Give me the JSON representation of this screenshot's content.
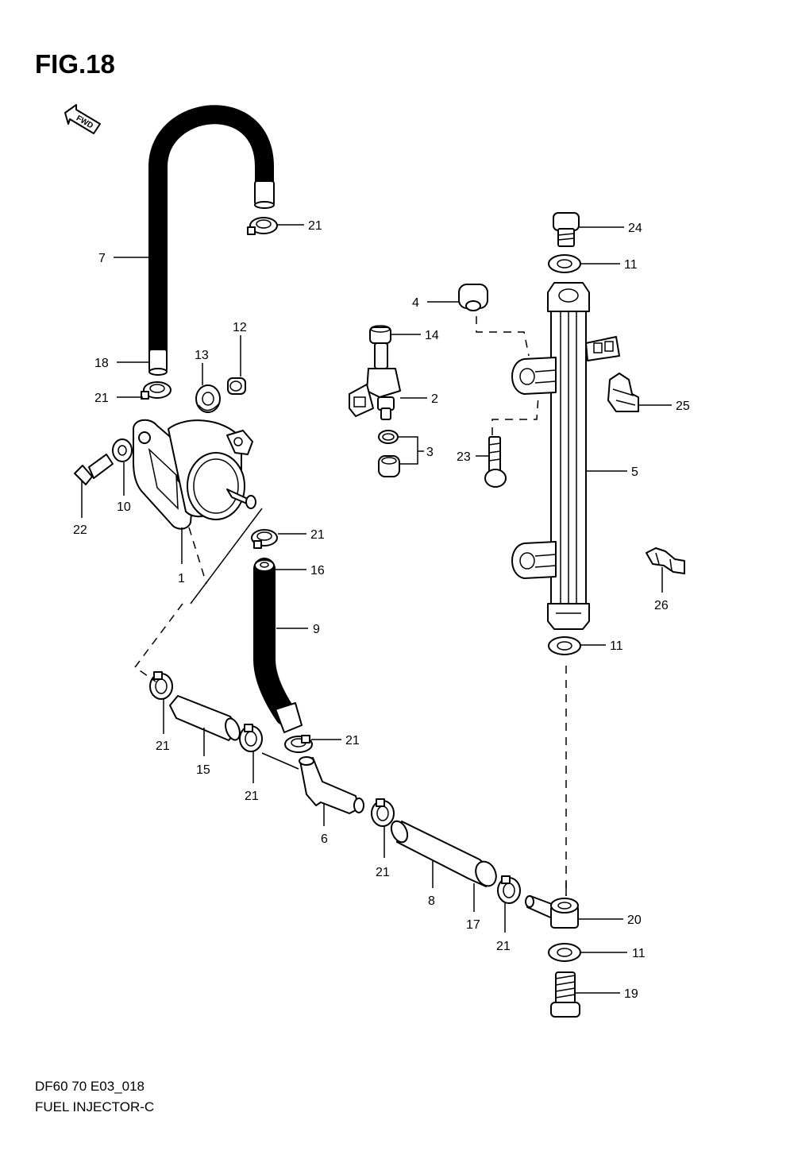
{
  "figure": {
    "title": "FIG.18"
  },
  "footer": {
    "code": "DF60 70 E03_018",
    "name": "FUEL INJECTOR-C"
  },
  "direction_badge": {
    "text": "FWD"
  },
  "callouts": [
    {
      "id": "c7",
      "label": "7"
    },
    {
      "id": "c21a",
      "label": "21"
    },
    {
      "id": "c24",
      "label": "24"
    },
    {
      "id": "c11a",
      "label": "11"
    },
    {
      "id": "c4",
      "label": "4"
    },
    {
      "id": "c12",
      "label": "12"
    },
    {
      "id": "c14",
      "label": "14"
    },
    {
      "id": "c13",
      "label": "13"
    },
    {
      "id": "c18",
      "label": "18"
    },
    {
      "id": "c21b",
      "label": "21"
    },
    {
      "id": "c2",
      "label": "2"
    },
    {
      "id": "c25",
      "label": "25"
    },
    {
      "id": "c3",
      "label": "3"
    },
    {
      "id": "c23",
      "label": "23"
    },
    {
      "id": "c5",
      "label": "5"
    },
    {
      "id": "c22",
      "label": "22"
    },
    {
      "id": "c10",
      "label": "10"
    },
    {
      "id": "c21c",
      "label": "21"
    },
    {
      "id": "c16",
      "label": "16"
    },
    {
      "id": "c1",
      "label": "1"
    },
    {
      "id": "c26",
      "label": "26"
    },
    {
      "id": "c9",
      "label": "9"
    },
    {
      "id": "c11b",
      "label": "11"
    },
    {
      "id": "c21d",
      "label": "21"
    },
    {
      "id": "c21e",
      "label": "21"
    },
    {
      "id": "c15",
      "label": "15"
    },
    {
      "id": "c21f",
      "label": "21"
    },
    {
      "id": "c6",
      "label": "6"
    },
    {
      "id": "c21g",
      "label": "21"
    },
    {
      "id": "c8",
      "label": "8"
    },
    {
      "id": "c17",
      "label": "17"
    },
    {
      "id": "c21h",
      "label": "21"
    },
    {
      "id": "c20",
      "label": "20"
    },
    {
      "id": "c11c",
      "label": "11"
    },
    {
      "id": "c19",
      "label": "19"
    }
  ]
}
